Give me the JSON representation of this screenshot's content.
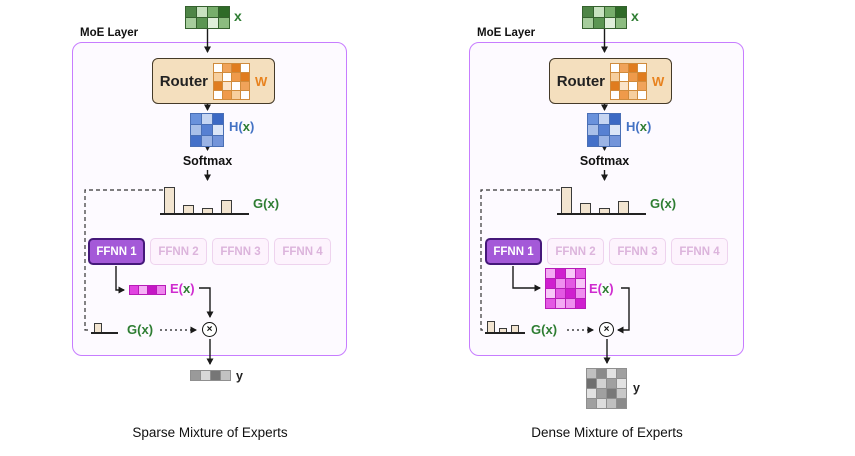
{
  "palette": {
    "moe_border": "#c77dff",
    "expert_active": "#a459d8",
    "router_fill": "#f4dfbe",
    "green_text": "#2e7d32",
    "blue_text": "#4472c4",
    "magenta_text": "#cf2bcf",
    "orange_text": "#e8821e"
  },
  "diagrams": [
    {
      "moe_label": "MoE Layer",
      "input_label": "x",
      "router": {
        "label": "Router",
        "w_label": "W"
      },
      "h_label": {
        "pre": "H(",
        "x": "x",
        "post": ")"
      },
      "softmax_label": "Softmax",
      "gate_label": {
        "pre": "G(",
        "x": "x",
        "post": ")"
      },
      "experts": [
        "FFNN 1",
        "FFNN 2",
        "FFNN 3",
        "FFNN 4"
      ],
      "e_label": {
        "pre": "E(",
        "x": "x",
        "post": ")"
      },
      "gate2_label": {
        "pre": "G(",
        "x": "x",
        "post": ")"
      },
      "output_label": "y",
      "caption": "Sparse Mixture of Experts",
      "x_grid": {
        "cell": 10,
        "gap": 1,
        "line": "#35612e",
        "rows": [
          [
            "#4e8546",
            "#c8e2c0",
            "#77ae6b",
            "#2f6b28"
          ],
          [
            "#a6cd9c",
            "#5b9552",
            "#e0efdb",
            "#8cbc80"
          ]
        ]
      },
      "w_grid": {
        "cell": 8,
        "gap": 1,
        "line": "#d08b3c",
        "rows": [
          [
            "#ffffff",
            "#f0a35a",
            "#e07c1f",
            "#ffffff"
          ],
          [
            "#f7cf9e",
            "#ffffff",
            "#ef9a4a",
            "#e07c1f"
          ],
          [
            "#e07c1f",
            "#fbe3c8",
            "#ffffff",
            "#f0a35a"
          ],
          [
            "#ffffff",
            "#ef9a4a",
            "#f7cf9e",
            "#ffffff"
          ]
        ]
      },
      "h_grid": {
        "cell": 10,
        "gap": 1,
        "line": "#4a6fb5",
        "rows": [
          [
            "#6a92dc",
            "#c6d5f2",
            "#3c69c4"
          ],
          [
            "#a8bfe9",
            "#5780d2",
            "#dbe5f7"
          ],
          [
            "#4470c9",
            "#9ab3e5",
            "#7394da"
          ]
        ]
      },
      "e_grid": {
        "cell": 8,
        "gap": 1,
        "line": "#b71cb7",
        "rows": [
          [
            "#e143e1",
            "#f6b2f6",
            "#c517c5",
            "#ee86ee"
          ]
        ]
      },
      "y_grid": {
        "cell": 9,
        "gap": 1,
        "line": "#8f8f8f",
        "rows": [
          [
            "#9a9a9a",
            "#d8d8d8",
            "#767676",
            "#c2c2c2"
          ]
        ]
      },
      "gate_bars": {
        "values": [
          26,
          8,
          5,
          13
        ],
        "width": 11,
        "gap": 8,
        "fill": "#f2e4d0",
        "stroke": "#3a3a3a"
      },
      "small_bars": {
        "values": [
          9
        ],
        "width": 8,
        "gap": 4,
        "fill": "#f2e4d0",
        "stroke": "#3a3a3a"
      }
    },
    {
      "moe_label": "MoE Layer",
      "input_label": "x",
      "router": {
        "label": "Router",
        "w_label": "W"
      },
      "h_label": {
        "pre": "H(",
        "x": "x",
        "post": ")"
      },
      "softmax_label": "Softmax",
      "gate_label": {
        "pre": "G(",
        "x": "x",
        "post": ")"
      },
      "experts": [
        "FFNN 1",
        "FFNN 2",
        "FFNN 3",
        "FFNN 4"
      ],
      "e_label": {
        "pre": "E(",
        "x": "x",
        "post": ")"
      },
      "gate2_label": {
        "pre": "G(",
        "x": "x",
        "post": ")"
      },
      "output_label": "y",
      "caption": "Dense Mixture of Experts",
      "x_grid": {
        "cell": 10,
        "gap": 1,
        "line": "#35612e",
        "rows": [
          [
            "#4e8546",
            "#c8e2c0",
            "#77ae6b",
            "#2f6b28"
          ],
          [
            "#a6cd9c",
            "#5b9552",
            "#e0efdb",
            "#8cbc80"
          ]
        ]
      },
      "w_grid": {
        "cell": 8,
        "gap": 1,
        "line": "#d08b3c",
        "rows": [
          [
            "#ffffff",
            "#f0a35a",
            "#e07c1f",
            "#ffffff"
          ],
          [
            "#f7cf9e",
            "#ffffff",
            "#ef9a4a",
            "#e07c1f"
          ],
          [
            "#e07c1f",
            "#fbe3c8",
            "#ffffff",
            "#f0a35a"
          ],
          [
            "#ffffff",
            "#ef9a4a",
            "#f7cf9e",
            "#ffffff"
          ]
        ]
      },
      "h_grid": {
        "cell": 10,
        "gap": 1,
        "line": "#4a6fb5",
        "rows": [
          [
            "#6a92dc",
            "#c6d5f2",
            "#3c69c4"
          ],
          [
            "#a8bfe9",
            "#5780d2",
            "#dbe5f7"
          ],
          [
            "#4470c9",
            "#9ab3e5",
            "#7394da"
          ]
        ]
      },
      "e_grid": {
        "cell": 9,
        "gap": 1,
        "line": "#b71cb7",
        "rows": [
          [
            "#f4aaf4",
            "#cf1fcf",
            "#f8c8f8",
            "#e358e3"
          ],
          [
            "#cf1fcf",
            "#ef8fef",
            "#e358e3",
            "#f8c8f8"
          ],
          [
            "#f8c8f8",
            "#e358e3",
            "#cf1fcf",
            "#ef8fef"
          ],
          [
            "#e358e3",
            "#f4aaf4",
            "#ef8fef",
            "#cf1fcf"
          ]
        ]
      },
      "y_grid": {
        "cell": 9,
        "gap": 1,
        "line": "#8f8f8f",
        "rows": [
          [
            "#c0c0c0",
            "#8a8a8a",
            "#e2e2e2",
            "#a0a0a0"
          ],
          [
            "#6f6f6f",
            "#d2d2d2",
            "#a0a0a0",
            "#e2e2e2"
          ],
          [
            "#e2e2e2",
            "#a0a0a0",
            "#787878",
            "#c8c8c8"
          ],
          [
            "#a0a0a0",
            "#dddddd",
            "#c0c0c0",
            "#8a8a8a"
          ]
        ]
      },
      "gate_bars": {
        "values": [
          26,
          10,
          5,
          12
        ],
        "width": 11,
        "gap": 8,
        "fill": "#f2e4d0",
        "stroke": "#3a3a3a"
      },
      "small_bars": {
        "values": [
          11,
          4,
          7
        ],
        "width": 8,
        "gap": 4,
        "fill": "#f2e4d0",
        "stroke": "#3a3a3a"
      }
    }
  ]
}
